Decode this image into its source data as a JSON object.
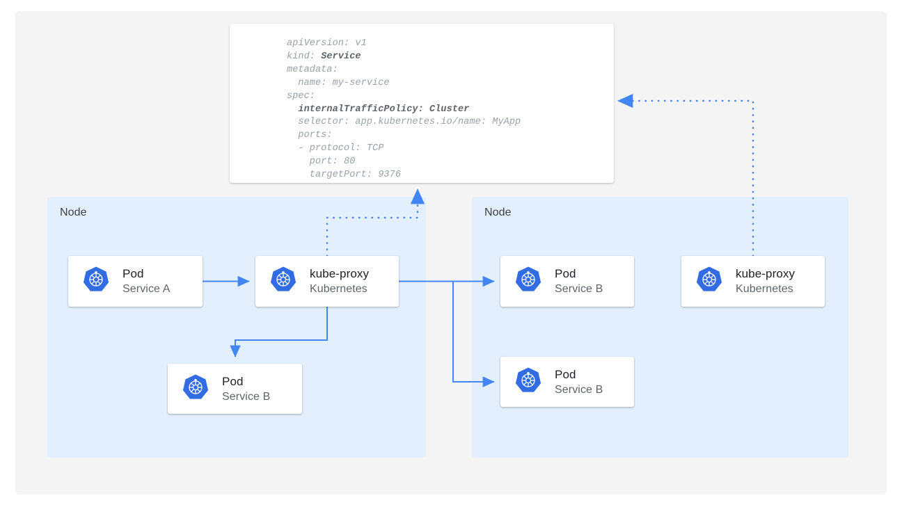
{
  "diagram": {
    "title": "Kubernetes Service internalTrafficPolicy Cluster traffic routing",
    "accent_color": "#4285f4",
    "node_panel_color": "#e3effc",
    "page_panel_color": "#f4f4f4",
    "card_color": "#ffffff"
  },
  "yaml_card": {
    "name": "service-manifest",
    "lines": [
      {
        "text": "apiVersion: v1",
        "bold": false
      },
      {
        "text": "kind: ",
        "bold_suffix": "Service"
      },
      {
        "text": "metadata:",
        "bold": false
      },
      {
        "text": "  name: my-service",
        "bold": false
      },
      {
        "text": "spec:",
        "bold": false
      },
      {
        "text": "  internalTrafficPolicy: Cluster",
        "bold": true
      },
      {
        "text": "  selector: app.kubernetes.io/name: MyApp",
        "bold": false
      },
      {
        "text": "  ports:",
        "bold": false
      },
      {
        "text": "  - protocol: TCP",
        "bold": false
      },
      {
        "text": "    port: 80",
        "bold": false
      },
      {
        "text": "    targetPort: 9376",
        "bold": false
      }
    ],
    "line_plain": [
      "apiVersion: v1",
      "kind: ",
      "metadata:",
      "  name: my-service",
      "spec:",
      "  internalTrafficPolicy: Cluster",
      "  selector: app.kubernetes.io/name: MyApp",
      "  ports:",
      "  - protocol: TCP",
      "    port: 80",
      "    targetPort: 9376"
    ],
    "kind_value": "Service"
  },
  "nodes": [
    {
      "label": "Node",
      "cards": [
        {
          "title": "Pod",
          "subtitle": "Service A",
          "icon": "kubernetes-icon"
        },
        {
          "title": "kube-proxy",
          "subtitle": "Kubernetes",
          "icon": "kubernetes-icon"
        },
        {
          "title": "Pod",
          "subtitle": "Service B",
          "icon": "kubernetes-icon"
        }
      ]
    },
    {
      "label": "Node",
      "cards": [
        {
          "title": "Pod",
          "subtitle": "Service B",
          "icon": "kubernetes-icon"
        },
        {
          "title": "kube-proxy",
          "subtitle": "Kubernetes",
          "icon": "kubernetes-icon"
        },
        {
          "title": "Pod",
          "subtitle": "Service B",
          "icon": "kubernetes-icon"
        }
      ]
    }
  ]
}
